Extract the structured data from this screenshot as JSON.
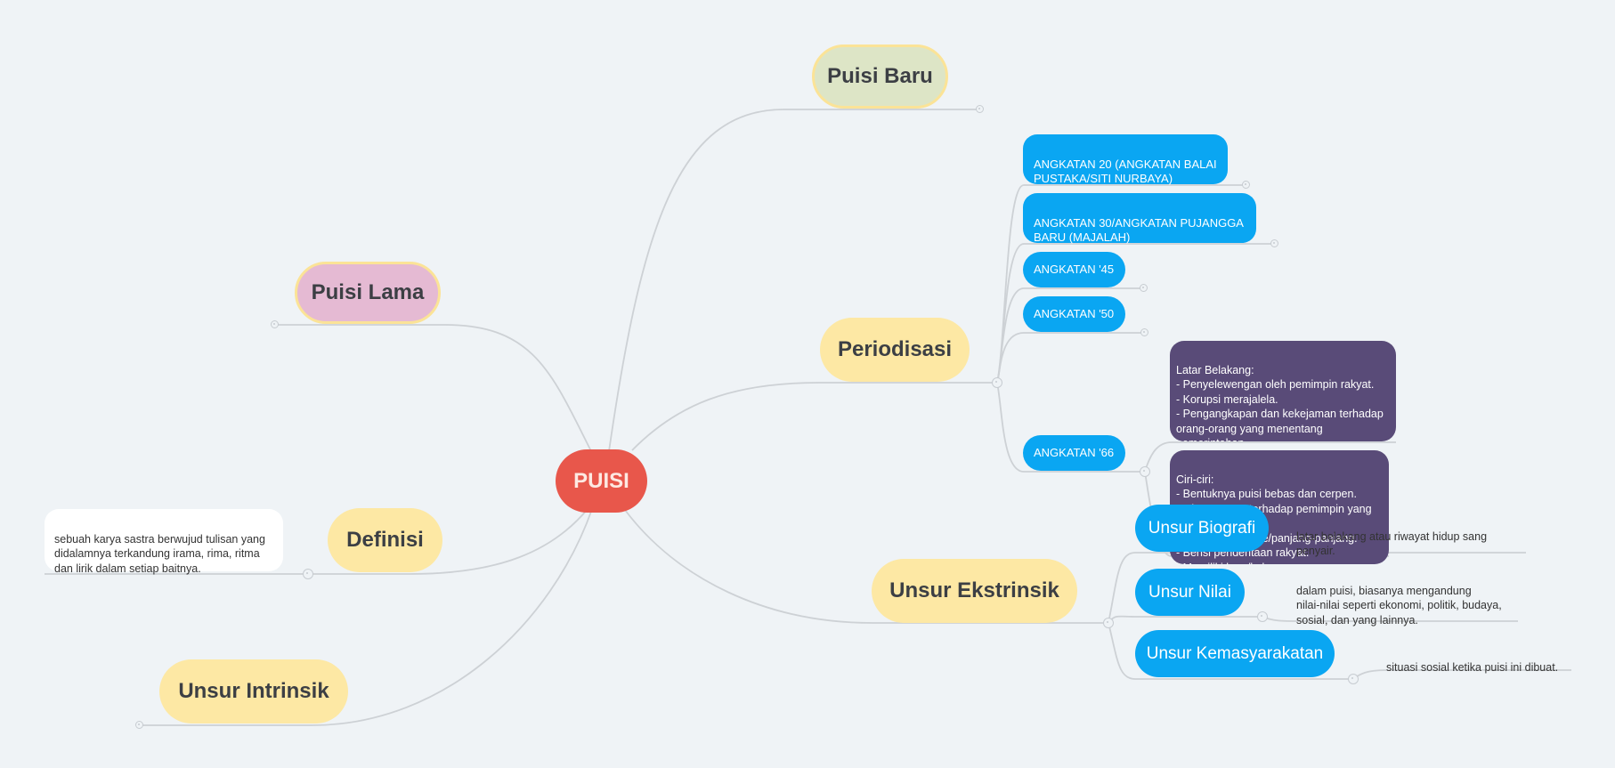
{
  "root": {
    "label": "PUISI"
  },
  "branches": {
    "puisi_baru": "Puisi Baru",
    "puisi_lama": "Puisi Lama",
    "periodisasi": "Periodisasi",
    "definisi": "Definisi",
    "unsur_ekstrinsik": "Unsur Ekstrinsik",
    "unsur_intrinsik": "Unsur Intrinsik"
  },
  "periodisasi": {
    "angkatan_20": "ANGKATAN 20 (ANGKATAN BALAI\nPUSTAKA/SITI NURBAYA)",
    "angkatan_30": "ANGKATAN 30/ANGKATAN PUJANGGA\nBARU (MAJALAH)",
    "angkatan_45": "ANGKATAN '45",
    "angkatan_50": "ANGKATAN '50",
    "angkatan_66": "ANGKATAN '66",
    "latar_belakang": "Latar Belakang:\n- Penyelewengan oleh pemimpin rakyat.\n- Korupsi merajalela.\n- Pengangkapan dan kekejaman terhadap orang-orang yang menentang pemerintahan",
    "ciri_ciri": "Ciri-ciri:\n- Bentuknya puisi bebas dan cerpen.\n- Isinya protes terhadap pemimpin yang korup.\n- Tidak bertele-tele/panjang-panjang.\n- Berisi penderitaan rakyat.\n- Memiliki lagu/kelaguan"
  },
  "definisi_text": "sebuah karya sastra berwujud tulisan yang\ndidalamnya terkandung irama, rima, ritma\ndan lirik dalam setiap baitnya.",
  "ekstrinsik": {
    "biografi": {
      "label": "Unsur Biografi",
      "desc": "latar belakang atau riwayat hidup sang\npenyair."
    },
    "nilai": {
      "label": "Unsur Nilai",
      "desc": "dalam puisi, biasanya mengandung\nnilai-nilai seperti ekonomi, politik, budaya,\nsosial, dan yang lainnya."
    },
    "kemasyarakatan": {
      "label": "Unsur Kemasyarakatan",
      "desc": "situasi sosial ketika puisi ini dibuat."
    }
  },
  "colors": {
    "root": "#e8574b",
    "main_topic": "#fde8a4",
    "puisi_lama": "#e5bad3",
    "puisi_baru": "#dde5c6",
    "subtopic": "#0aa6f2",
    "detail_box": "#594b78",
    "connector": "#c7ccd1",
    "background": "#eff3f6"
  }
}
